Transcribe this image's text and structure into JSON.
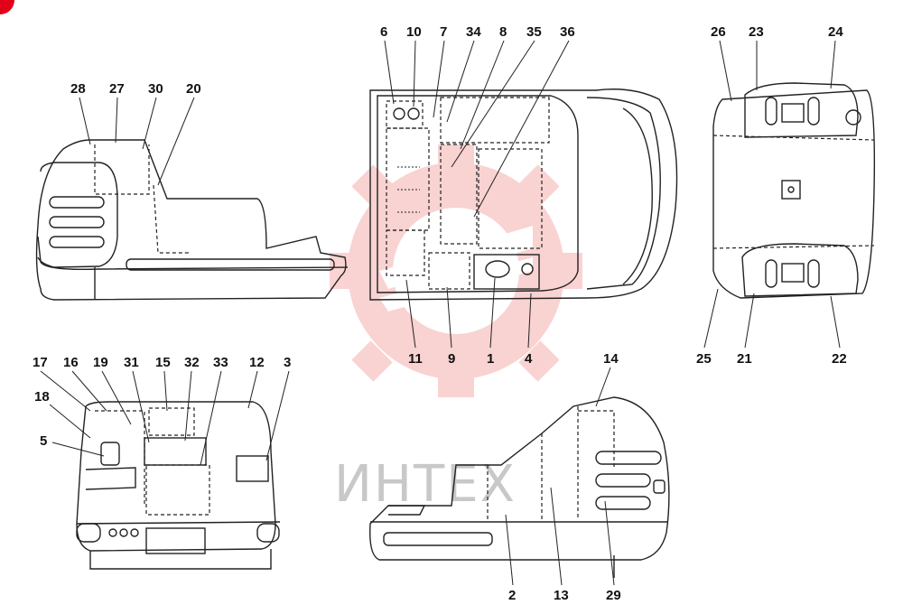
{
  "diagram": {
    "callouts": {
      "left_top": [
        "28",
        "27",
        "30",
        "20"
      ],
      "top_center_top": [
        "6",
        "10",
        "7",
        "34",
        "8",
        "35",
        "36"
      ],
      "top_center_bottom": [
        "11",
        "9",
        "1",
        "4"
      ],
      "right_top": [
        "26",
        "23",
        "24"
      ],
      "right_bottom": [
        "25",
        "21",
        "22"
      ],
      "rear_top": [
        "17",
        "16",
        "19",
        "31",
        "15",
        "32",
        "33",
        "12",
        "3"
      ],
      "rear_side": [
        "18",
        "5"
      ],
      "side_right_top": [
        "14"
      ],
      "side_right_bottom": [
        "2",
        "13",
        "29"
      ]
    },
    "watermark": {
      "text": "ИНТЕХ",
      "color": "#f4b6b6"
    },
    "corner_marker_color": "#e2001a"
  }
}
